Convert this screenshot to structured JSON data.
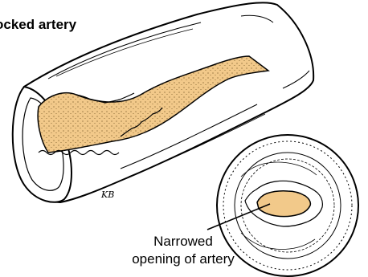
{
  "title": "ocked artery",
  "caption": {
    "line1": "Narrowed",
    "line2": "opening of artery"
  },
  "signature": "KB",
  "colors": {
    "plaque": "#F2C98A",
    "ink": "#000000",
    "background": "#FFFFFF"
  }
}
